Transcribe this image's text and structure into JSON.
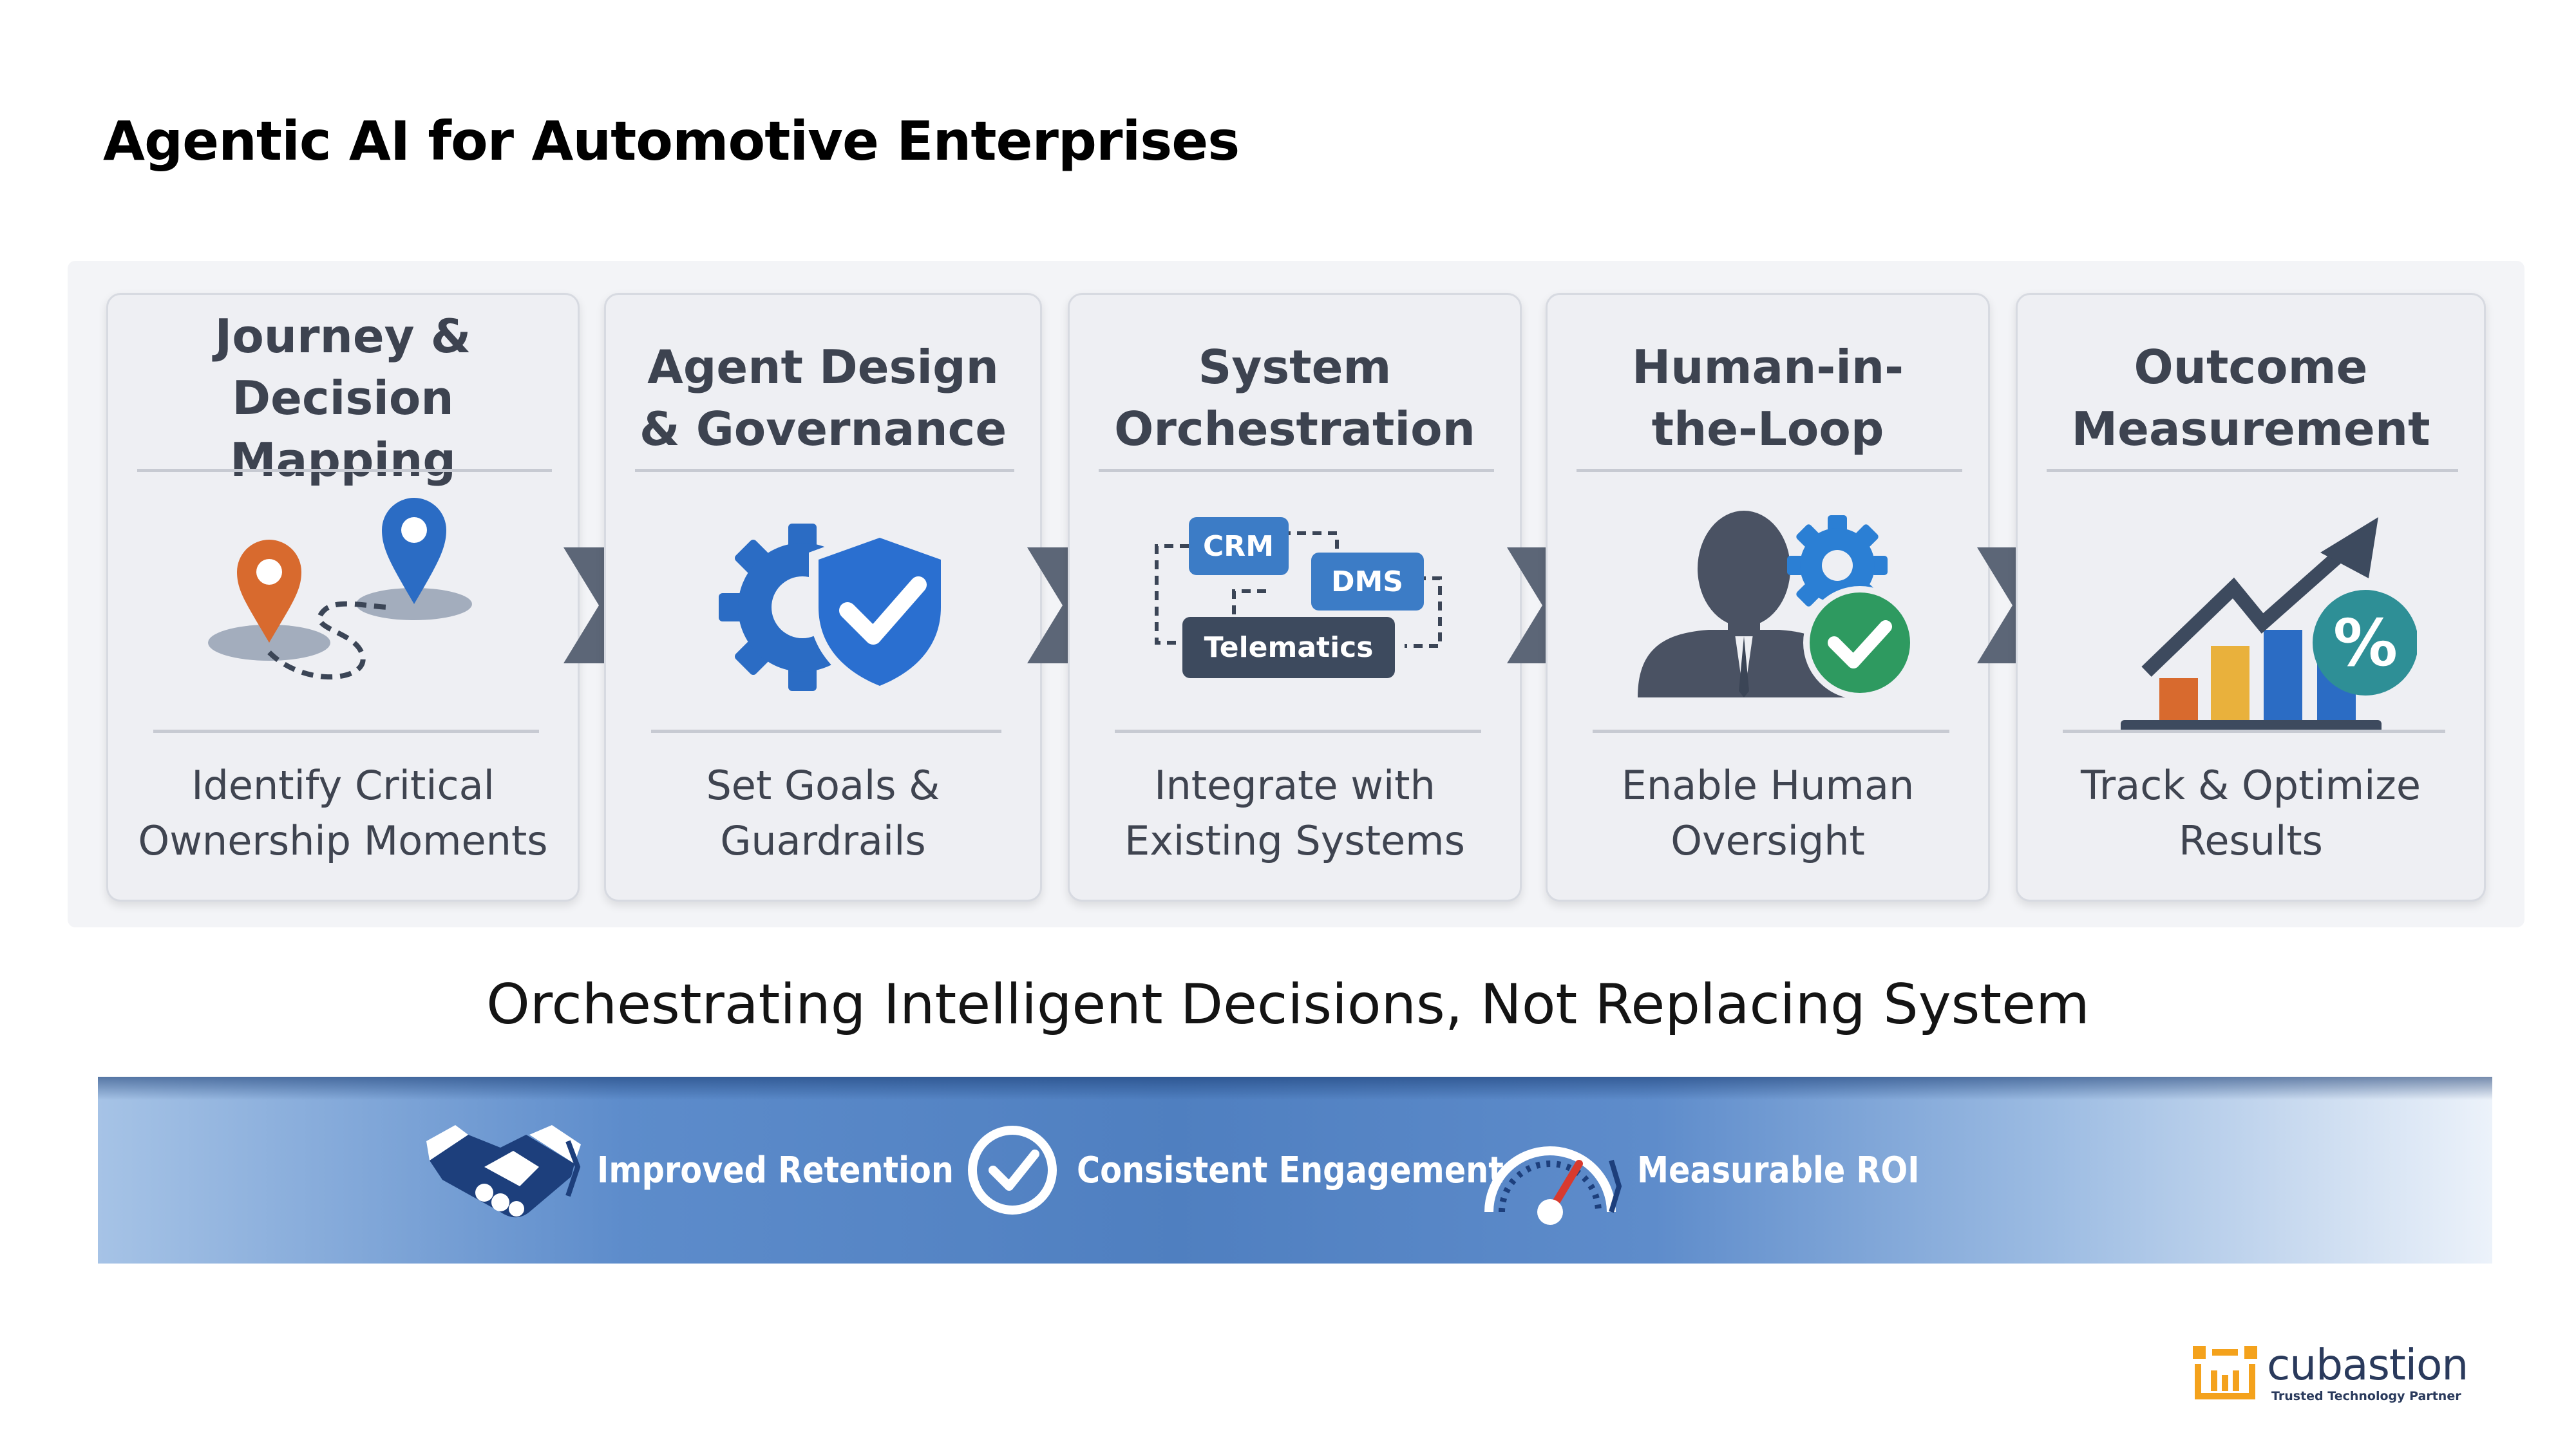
{
  "page": {
    "title": "Agentic AI for Automotive Enterprises"
  },
  "steps": [
    {
      "title": "Journey &\nDecision Mapping",
      "description": "Identify Critical\nOwnership Moments",
      "icon": "map-pin-route-icon"
    },
    {
      "title": "Agent Design\n& Governance",
      "description": "Set Goals &\nGuardrails",
      "icon": "gear-shield-check-icon"
    },
    {
      "title": "System\nOrchestration",
      "description": "Integrate with\nExisting Systems",
      "icon": "system-integration-icon",
      "systems": [
        "CRM",
        "DMS",
        "Telematics"
      ]
    },
    {
      "title": "Human-in-\nthe-Loop",
      "description": "Enable Human\nOversight",
      "icon": "person-gear-check-icon"
    },
    {
      "title": "Outcome\nMeasurement",
      "description": "Track & Optimize\nResults",
      "icon": "growth-chart-percent-icon"
    }
  ],
  "tagline": "Orchestrating Intelligent Decisions, Not Replacing System",
  "benefits": [
    {
      "label": "Improved Retention",
      "icon": "handshake-icon"
    },
    {
      "label": "Consistent Engagement",
      "icon": "check-circle-icon"
    },
    {
      "label": "Measurable ROI",
      "icon": "speedometer-icon"
    }
  ],
  "brand": {
    "name": "cubastion",
    "tagline": "Trusted Technology Partner"
  },
  "colors": {
    "title_text": "#3d4350",
    "chevron": "#5c6677",
    "accent_blue": "#2b6cc4",
    "accent_orange": "#d86a2e",
    "accent_green": "#2e9a60",
    "accent_teal": "#2e8f96",
    "brand_orange": "#f4a21c"
  }
}
